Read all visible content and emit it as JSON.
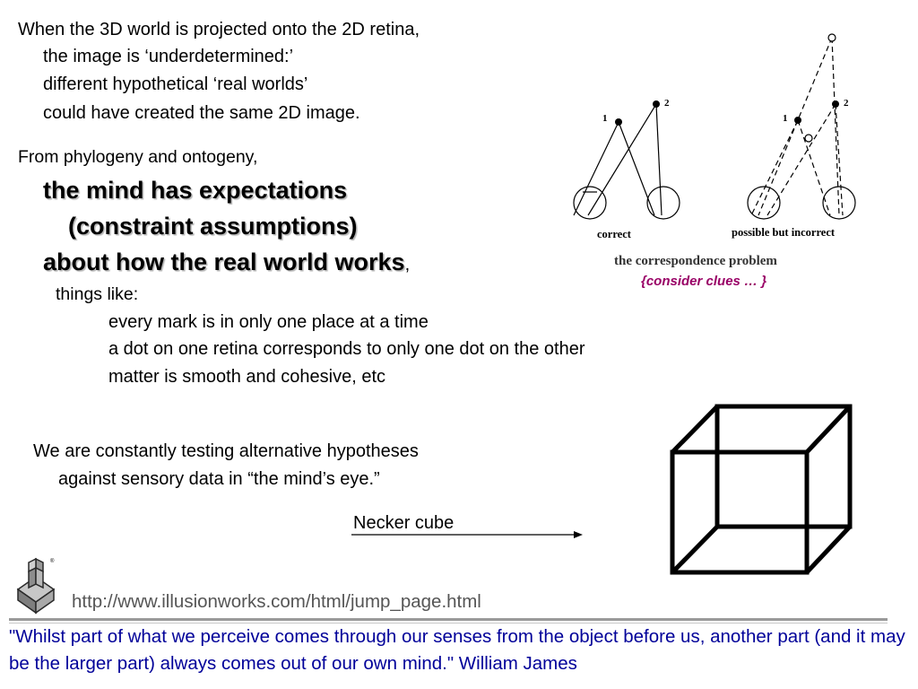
{
  "intro": {
    "line1": "When the 3D world is projected onto the 2D retina,",
    "line2": "the image is ‘underdetermined:’",
    "line3": "different hypothetical ‘real worlds’",
    "line4": "could have created the same 2D image."
  },
  "phylogeny": {
    "lead": "From phylogeny and ontogeny,",
    "emph1": "the mind has expectations",
    "emph2": "(constraint assumptions)",
    "emph3": "about how the real world works",
    "emph3_suffix": ",",
    "things_like": "things like:",
    "items": [
      "every mark is in only one place at a time",
      "a dot on one retina corresponds to only one dot on the other",
      "matter is smooth and cohesive, etc"
    ]
  },
  "figure": {
    "point1": "1",
    "point2": "2",
    "correct_label": "correct",
    "incorrect_label": "possible but incorrect",
    "caption": "the correspondence problem",
    "clue_note": "{consider clues … }",
    "clue_color": "#990066"
  },
  "hypotheses": {
    "line1": "We are constantly testing alternative hypotheses",
    "line2": "against sensory data in “the mind’s eye.”"
  },
  "necker": {
    "label": "Necker cube"
  },
  "footer": {
    "url": "http://www.illusionworks.com/html/jump_page.html",
    "url_color": "#555555",
    "quote": "\"Whilst part of what we perceive comes through our senses from the object before us, another  part (and it may be the larger part) always comes out of our own mind.\" William James",
    "quote_color": "#000099"
  }
}
